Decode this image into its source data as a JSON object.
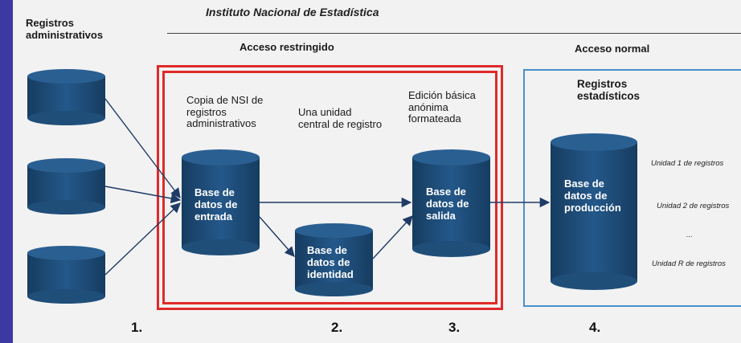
{
  "header": {
    "title": "Instituto Nacional de Estadística",
    "left_heading": [
      "Registros",
      "administrativos"
    ],
    "restricted_heading": "Acceso restringido",
    "normal_heading": "Acceso normal"
  },
  "labels": {
    "copy_nsi": [
      "Copia de NSI de",
      "registros",
      "administrativos"
    ],
    "central_unit": [
      "Una unidad",
      "central de registro"
    ],
    "edition": [
      "Edición básica",
      "anónima",
      "formateada"
    ],
    "stat_registers": [
      "Registros",
      "estadísticos"
    ]
  },
  "databases": {
    "input": [
      "Base de",
      "datos de",
      "entrada"
    ],
    "identity": [
      "Base de",
      "datos de",
      "identidad"
    ],
    "output": [
      "Base de",
      "datos de",
      "salida"
    ],
    "production": [
      "Base de",
      "datos de",
      "producción"
    ]
  },
  "units": {
    "unit1": "Unidad 1 de registros",
    "unit2": "Unidad 2 de registros",
    "ellipsis": "...",
    "unitR": "Unidad R de registros"
  },
  "steps": [
    "1.",
    "2.",
    "3.",
    "4."
  ],
  "colors": {
    "cylinder": "#1f4e79",
    "arrow": "#1f3b66",
    "restricted_border": "#e02a2a",
    "normal_border": "#4a90c8",
    "frame": "#3b3aa3"
  }
}
